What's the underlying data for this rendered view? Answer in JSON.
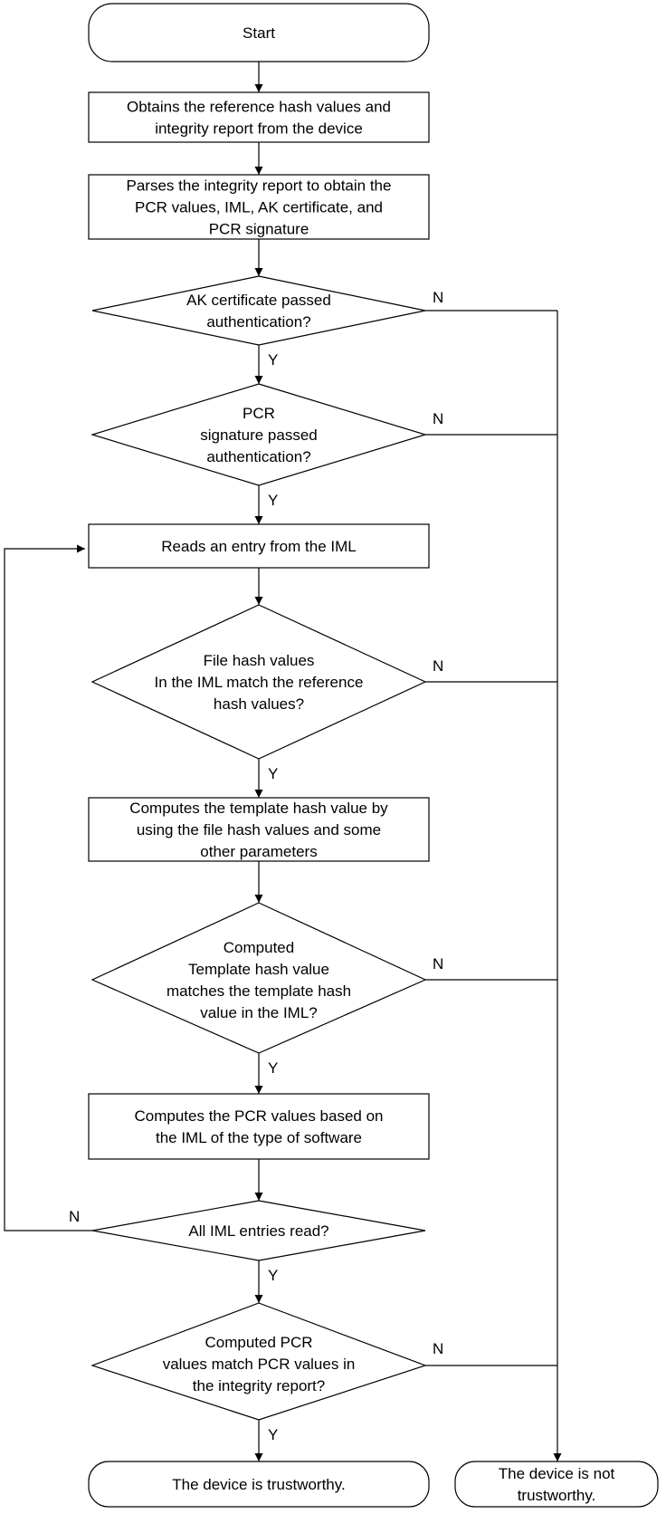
{
  "nodes": {
    "start": [
      "Start"
    ],
    "obtain": [
      "Obtains the reference hash values and",
      "integrity report from the device"
    ],
    "parse": [
      "Parses the integrity report to obtain the",
      "PCR values, IML, AK certificate, and",
      "PCR signature"
    ],
    "ak_check": [
      "AK certificate passed",
      "authentication?"
    ],
    "pcr_sig_check": [
      "PCR",
      "signature passed",
      "authentication?"
    ],
    "read_entry": [
      "Reads an entry from the IML"
    ],
    "file_hash_check": [
      "File hash values",
      "In the IML match the reference",
      "hash values?"
    ],
    "compute_template": [
      "Computes the template hash value by",
      "using the file hash values and some",
      "other parameters"
    ],
    "template_check": [
      "Computed",
      "Template hash value",
      "matches the template hash",
      "value in the IML?"
    ],
    "compute_pcr": [
      "Computes the PCR values based on",
      "the IML of the type of software"
    ],
    "all_read_check": [
      "All IML entries read?"
    ],
    "pcr_match_check": [
      "Computed PCR",
      "values match PCR values in",
      "the integrity report?"
    ],
    "trustworthy": [
      "The device is trustworthy."
    ],
    "not_trustworthy": [
      "The device is not",
      "trustworthy."
    ]
  },
  "labels": {
    "yes": "Y",
    "no": "N"
  }
}
